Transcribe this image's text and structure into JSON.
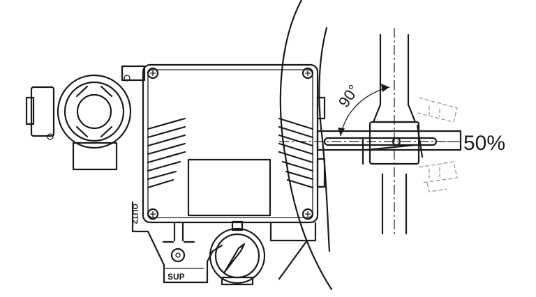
{
  "labels": {
    "angle": "90°",
    "position": "50%",
    "out_port": "OUT2",
    "supply_port": "SUP"
  }
}
